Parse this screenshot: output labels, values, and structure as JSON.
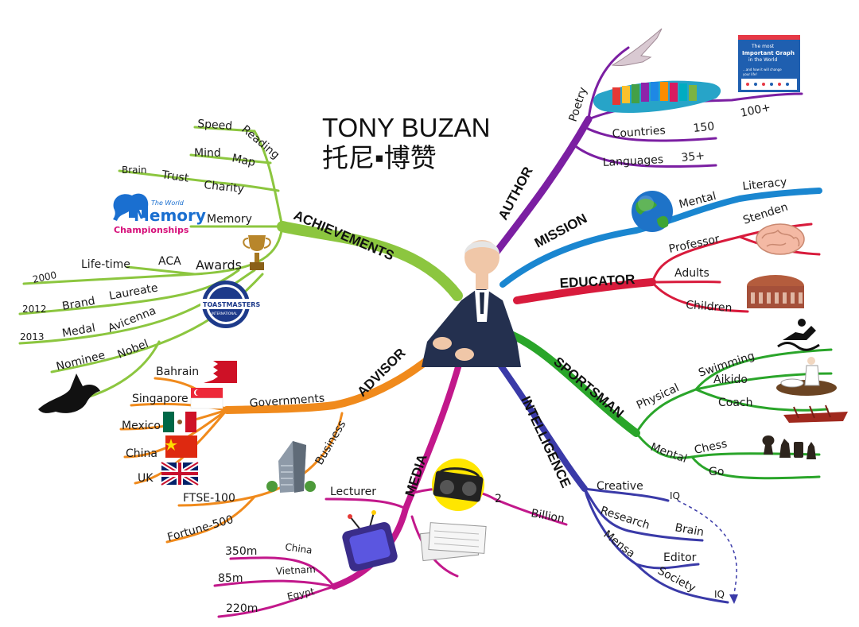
{
  "title": {
    "name": "TONY BUZAN",
    "chinese": "托尼▪博赞"
  },
  "colors": {
    "achievements": "#8cc63f",
    "advisor": "#f08a1c",
    "media": "#c2188b",
    "intelligence": "#3a3aa8",
    "sportsman": "#2aa52a",
    "educator": "#d81b3c",
    "mission": "#1a86d0",
    "author": "#7b1fa2"
  },
  "branches": {
    "achievements": {
      "label": "ACHIEVEMENTS",
      "speed": "Speed",
      "reading": "Reading",
      "mind": "Mind",
      "map": "Map",
      "brain": "Brain",
      "trust": "Trust",
      "charity": "Charity",
      "memory": "Memory",
      "awards": "Awards",
      "aca": "ACA",
      "lifetime": "Life-time",
      "y2000": "2000",
      "laureate": "Laureate",
      "brand": "Brand",
      "y2012": "2012",
      "avicenna": "Avicenna",
      "medal": "Medal",
      "y2013": "2013",
      "nobel": "Nobel",
      "nominee": "Nominee",
      "wmc_the_world": "The World",
      "wmc_memory": "Memory",
      "wmc_championships": "Championships",
      "toastmasters": "TOASTMASTERS",
      "toastmasters_sub": "INTERNATIONAL"
    },
    "advisor": {
      "label": "ADVISOR",
      "governments": "Governments",
      "countries": [
        "Bahrain",
        "Singapore",
        "Mexico",
        "China",
        "UK"
      ],
      "business": "Business",
      "ftse": "FTSE-100",
      "fortune": "Fortune-500"
    },
    "media": {
      "label": "MEDIA",
      "lecturer": "Lecturer",
      "two": "2",
      "billion": "Billion",
      "tv": [
        {
          "value": "350m",
          "country": "China"
        },
        {
          "value": "85m",
          "country": "Vietnam"
        },
        {
          "value": "220m",
          "country": "Egypt"
        }
      ]
    },
    "intelligence": {
      "label": "INTELLIGENCE",
      "creative": "Creative",
      "iq": "IQ",
      "research": "Research",
      "brain": "Brain",
      "mensa": "Mensa",
      "editor": "Editor",
      "society": "Society"
    },
    "sportsman": {
      "label": "SPORTSMAN",
      "physical": "Physical",
      "swimming": "Swimming",
      "aikido": "Aikido",
      "coach": "Coach",
      "mental": "Mental",
      "chess": "Chess",
      "go": "Go"
    },
    "educator": {
      "label": "EDUCATOR",
      "professor": "Professor",
      "stenden": "Stenden",
      "adults": "Adults",
      "children": "Children"
    },
    "mission": {
      "label": "MISSION",
      "mental": "Mental",
      "literacy": "Literacy"
    },
    "author": {
      "label": "AUTHOR",
      "poetry": "Poetry",
      "count": "100+",
      "countries": "Countries",
      "countries_n": "150",
      "languages": "Languages",
      "languages_n": "35+",
      "book_l1": "The most",
      "book_l2": "Important Graph",
      "book_l3": "in the World",
      "book_l4": "...and how it will change",
      "book_l5": "your life!"
    }
  }
}
